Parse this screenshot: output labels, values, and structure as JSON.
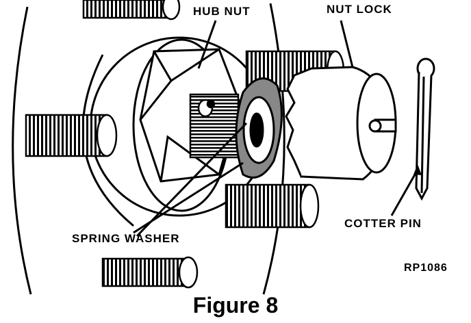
{
  "labels": {
    "hub_nut": "HUB NUT",
    "nut_lock": "NUT LOCK",
    "spring_washer": "SPRING WASHER",
    "cotter_pin": "COTTER PIN",
    "ref_code": "RP1086"
  },
  "caption": "Figure 8",
  "colors": {
    "ink": "#000000",
    "paper": "#ffffff"
  }
}
